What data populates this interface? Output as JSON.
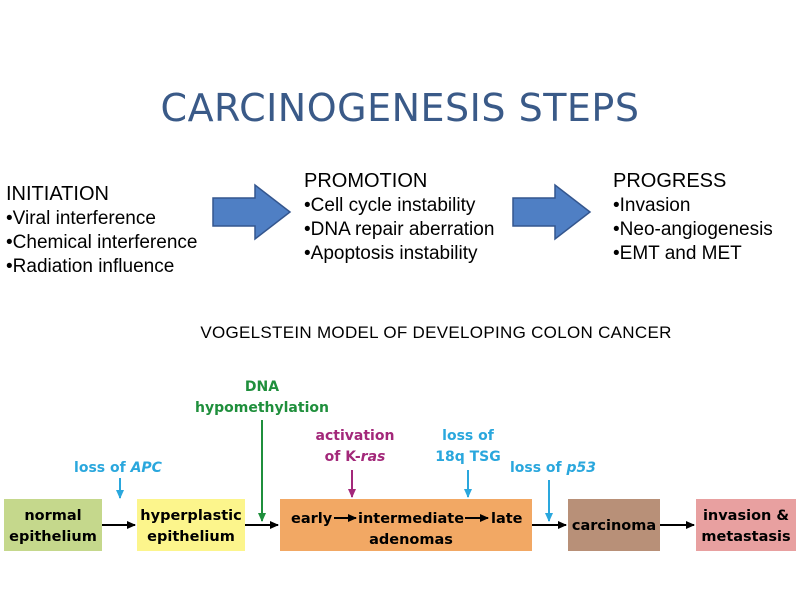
{
  "title": "CARCINOGENESIS STEPS",
  "stages": [
    {
      "heading": "INITIATION",
      "items": [
        "•Viral interference",
        "•Chemical interference",
        "•Radiation influence"
      ]
    },
    {
      "heading": "PROMOTION",
      "items": [
        "•Cell cycle instability",
        "•DNA repair aberration",
        "•Apoptosis instability"
      ]
    },
    {
      "heading": "PROGRESS",
      "items": [
        "•Invasion",
        "•Neo-angiogenesis",
        "•EMT and MET"
      ]
    }
  ],
  "model_title": "VOGELSTEIN MODEL OF DEVELOPING COLON CANCER",
  "boxes": {
    "normal": [
      "normal",
      "epithelium"
    ],
    "hyperplastic": [
      "hyperplastic",
      "epithelium"
    ],
    "adenomas": {
      "early": "early",
      "intermediate": "intermediate",
      "late": "late",
      "label": "adenomas"
    },
    "carcinoma": "carcinoma",
    "invasion": [
      "invasion &",
      "metastasis"
    ]
  },
  "annotations": {
    "apc_prefix": "loss of ",
    "apc_gene": "APC",
    "dna": [
      "DNA",
      "hypomethylation"
    ],
    "kras_line1": "activation",
    "kras_prefix": "of K-",
    "kras_gene": "ras",
    "tsg": [
      "loss of",
      "18q TSG"
    ],
    "p53_prefix": "loss of ",
    "p53_gene": "p53"
  },
  "colors": {
    "title": "#3a5a88",
    "arrow_fill": "#4f7fc4",
    "arrow_stroke": "#34568e",
    "box_normal": "#c5d88c",
    "box_hyperplastic": "#fcf58c",
    "box_adenomas": "#f2a864",
    "box_carcinoma": "#b89078",
    "box_invasion": "#e8a0a0",
    "blue_annotation": "#2aa7dd",
    "green_annotation": "#1f8f3c",
    "magenta_annotation": "#a3287a"
  }
}
